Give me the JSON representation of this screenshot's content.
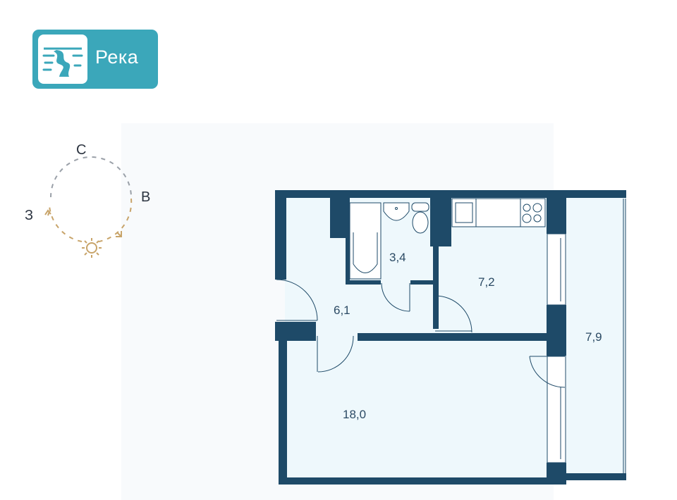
{
  "logo": {
    "text": "Река",
    "icon": "river-road-icon"
  },
  "compass": {
    "north": "С",
    "east": "В",
    "west": "З",
    "sun_icon": "sun-icon"
  },
  "rooms": {
    "bathroom": "3,4",
    "kitchen": "7,2",
    "hallway": "6,1",
    "living_room": "18,0",
    "balcony": "7,9"
  },
  "colors": {
    "wall": "#1e4a68",
    "floor": "#eef8fc",
    "brand": "#3ba7ba",
    "sun": "#c8a46a"
  }
}
